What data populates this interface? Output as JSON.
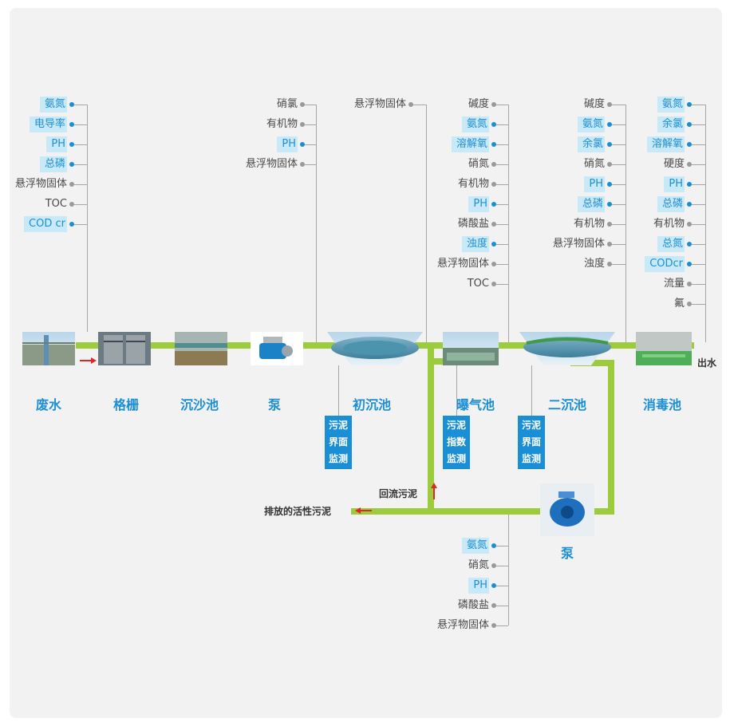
{
  "colors": {
    "pipe": "#9ccb3b",
    "accent": "#1b8fd6",
    "highlight_bg": "#c8e9f8",
    "arrow": "#e0262b"
  },
  "stages": [
    {
      "id": "wastewater",
      "name": "废水"
    },
    {
      "id": "grid",
      "name": "格栅"
    },
    {
      "id": "grit",
      "name": "沉沙池"
    },
    {
      "id": "pump1",
      "name": "泵"
    },
    {
      "id": "primary",
      "name": "初沉池"
    },
    {
      "id": "aeration",
      "name": "曝气池"
    },
    {
      "id": "secondary",
      "name": "二沉池"
    },
    {
      "id": "disinfection",
      "name": "消毒池"
    },
    {
      "id": "pump2",
      "name": "泵"
    }
  ],
  "param_groups": [
    {
      "id": "wastewater",
      "items": [
        {
          "label": "氨氮",
          "hl": true
        },
        {
          "label": "电导率",
          "hl": true
        },
        {
          "label": "PH",
          "hl": true
        },
        {
          "label": "总磷",
          "hl": true
        },
        {
          "label": "悬浮物固体",
          "hl": false
        },
        {
          "label": "TOC",
          "hl": false
        },
        {
          "label": "COD cr",
          "hl": true
        }
      ]
    },
    {
      "id": "pump1",
      "items": [
        {
          "label": "硝氯",
          "hl": false
        },
        {
          "label": "有机物",
          "hl": false
        },
        {
          "label": "PH",
          "hl": true
        },
        {
          "label": "悬浮物固体",
          "hl": false
        }
      ]
    },
    {
      "id": "primary",
      "items": [
        {
          "label": "悬浮物固体",
          "hl": false
        }
      ]
    },
    {
      "id": "aeration",
      "items": [
        {
          "label": "碱度",
          "hl": false
        },
        {
          "label": "氨氮",
          "hl": true
        },
        {
          "label": "溶解氧",
          "hl": true
        },
        {
          "label": "硝氮",
          "hl": false
        },
        {
          "label": "有机物",
          "hl": false
        },
        {
          "label": "PH",
          "hl": true
        },
        {
          "label": "磷酸盐",
          "hl": false
        },
        {
          "label": "浊度",
          "hl": true
        },
        {
          "label": "悬浮物固体",
          "hl": false
        },
        {
          "label": "TOC",
          "hl": false
        }
      ]
    },
    {
      "id": "secondary",
      "items": [
        {
          "label": "碱度",
          "hl": false
        },
        {
          "label": "氨氮",
          "hl": true
        },
        {
          "label": "余氯",
          "hl": true
        },
        {
          "label": "硝氮",
          "hl": false
        },
        {
          "label": "PH",
          "hl": true
        },
        {
          "label": "总磷",
          "hl": true
        },
        {
          "label": "有机物",
          "hl": false
        },
        {
          "label": "悬浮物固体",
          "hl": false
        },
        {
          "label": "浊度",
          "hl": false
        }
      ]
    },
    {
      "id": "disinfection",
      "items": [
        {
          "label": "氨氮",
          "hl": true
        },
        {
          "label": "余氯",
          "hl": true
        },
        {
          "label": "溶解氧",
          "hl": true
        },
        {
          "label": "硬度",
          "hl": false
        },
        {
          "label": "PH",
          "hl": true
        },
        {
          "label": "总磷",
          "hl": true
        },
        {
          "label": "有机物",
          "hl": false
        },
        {
          "label": "总氮",
          "hl": true
        },
        {
          "label": "CODcr",
          "hl": true
        },
        {
          "label": "流量",
          "hl": false
        },
        {
          "label": "氟",
          "hl": false
        }
      ]
    },
    {
      "id": "sludge",
      "items": [
        {
          "label": "氨氮",
          "hl": true
        },
        {
          "label": "硝氮",
          "hl": false
        },
        {
          "label": "PH",
          "hl": true
        },
        {
          "label": "磷酸盐",
          "hl": false
        },
        {
          "label": "悬浮物固体",
          "hl": false
        }
      ]
    }
  ],
  "monitor_boxes": [
    {
      "id": "primary",
      "lines": [
        "污泥",
        "界面",
        "监测"
      ]
    },
    {
      "id": "aeration",
      "lines": [
        "污泥",
        "指数",
        "监测"
      ]
    },
    {
      "id": "secondary",
      "lines": [
        "污泥",
        "界面",
        "监测"
      ]
    }
  ],
  "flow_labels": {
    "outlet": "出水",
    "return_sludge": "回流污泥",
    "discharge": "排放的活性污泥"
  }
}
